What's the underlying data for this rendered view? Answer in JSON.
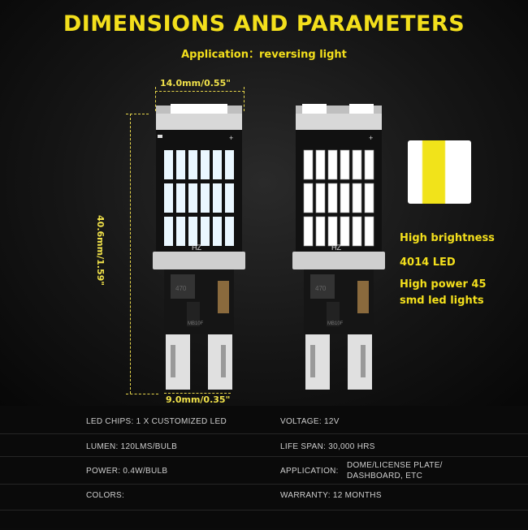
{
  "header": {
    "title": "DIMENSIONS AND PARAMETERS",
    "subtitle": "Application：reversing light"
  },
  "dimensions": {
    "top_width": "14.0mm/0.55\"",
    "height": "40.6mm/1.59\"",
    "base_width": "9.0mm/0.35\""
  },
  "bulb_markings": {
    "label_a": "HZ",
    "label_b": "470",
    "label_c": "MB10F"
  },
  "features": {
    "line1": "High brightness",
    "line2": "4014  LED",
    "line3": "High power 45",
    "line4": "smd led lights"
  },
  "specs": {
    "led_chips": "LED CHIPS: 1 X CUSTOMIZED LED",
    "voltage": "VOLTAGE: 12V",
    "lumen": "LUMEN: 120LMS/BULB",
    "life_span": "LIFE SPAN: 30,000 HRS",
    "power": "POWER: 0.4W/BULB",
    "application_label": "APPLICATION:",
    "application_value_1": "DOME/LICENSE PLATE/",
    "application_value_2": "DASHBOARD, ETC",
    "colors": "COLORS:",
    "warranty": "WARRANTY: 12 MONTHS"
  },
  "colors": {
    "accent": "#f3df1c",
    "led_on": "#e6f6ff",
    "led_off": "#ffffff",
    "board": "#0e0e0e",
    "spec_text": "#cfcfcf"
  }
}
